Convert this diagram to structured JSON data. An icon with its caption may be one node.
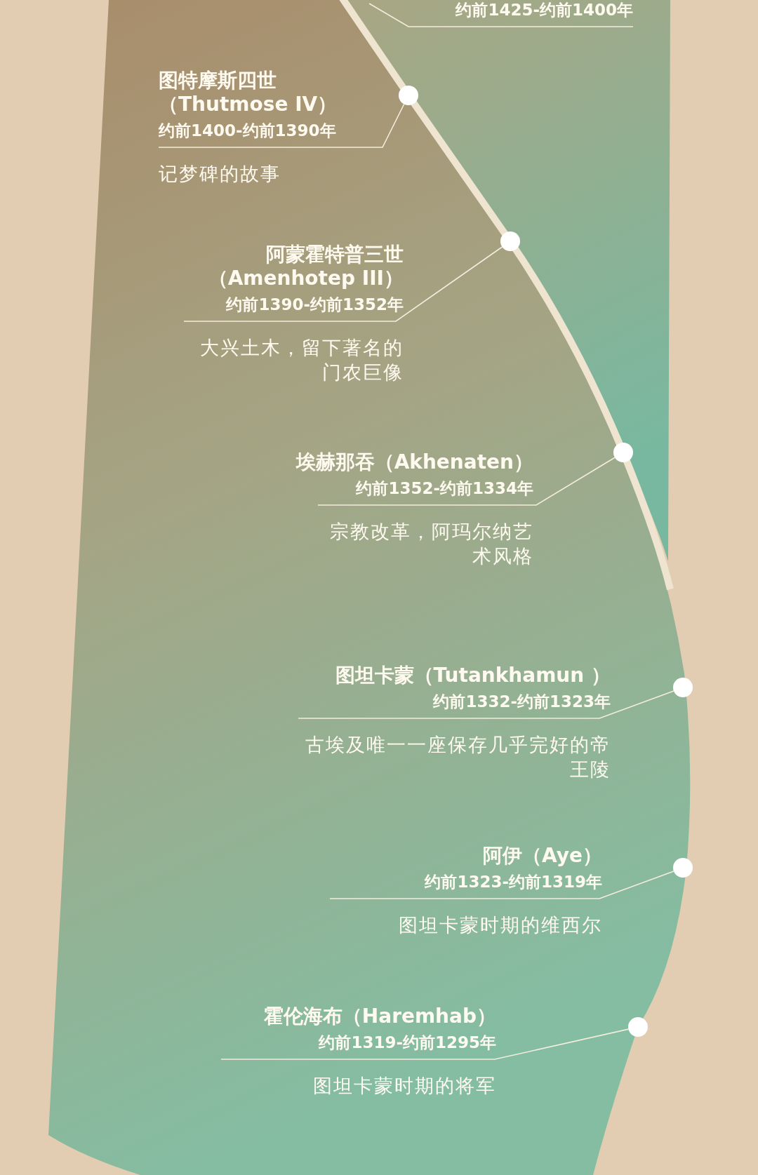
{
  "diagram": {
    "nodes": [
      {
        "text": [
          "约前1425-约前1400年"
        ]
      },
      {
        "text": [
          "图特摩斯四世（Thutmose IV）",
          "约前1400-约前1390年",
          "记梦碑的故事"
        ]
      },
      {
        "text": [],
        "shape": "circle"
      },
      {
        "text": [],
        "shape": "circle"
      },
      {
        "text": [
          "阿蒙霍特普三世（Amenhotep III）",
          "约前1390-约前1352年",
          "大兴土木，留下著名的门农巨像"
        ]
      },
      {
        "text": [
          "埃赫那吞（Akhenaten）",
          "约前1352-约前1334年",
          "宗教改革，阿玛尔纳艺术风格"
        ]
      },
      {
        "text": [],
        "shape": "circle"
      },
      {
        "text": [
          "图坦卡蒙（Tutankhamun ）",
          "约前1332-约前1323年",
          "古埃及唯一一座保存几乎完好的帝王陵"
        ]
      },
      {
        "text": [],
        "shape": "circle"
      },
      {
        "text": [
          "阿伊（Aye）",
          "约前1323-约前1319年",
          "图坦卡蒙时期的维西尔"
        ]
      },
      {
        "text": [],
        "shape": "circle"
      },
      {
        "text": [
          "霍伦海布（Haremhab）",
          "约前1319-约前1295年",
          "图坦卡蒙时期的将军"
        ]
      },
      {
        "text": [],
        "shape": "circle"
      }
    ],
    "edges": [
      {
        "from": 0,
        "to": null,
        "arrow": "none"
      },
      {
        "from": 1,
        "to": 2,
        "arrow": "none"
      },
      {
        "from": 4,
        "to": 3,
        "arrow": "none"
      },
      {
        "from": 5,
        "to": 6,
        "arrow": "none"
      },
      {
        "from": 7,
        "to": 8,
        "arrow": "none"
      },
      {
        "from": 9,
        "to": 10,
        "arrow": "none"
      },
      {
        "from": 11,
        "to": 12,
        "arrow": "none"
      }
    ]
  }
}
